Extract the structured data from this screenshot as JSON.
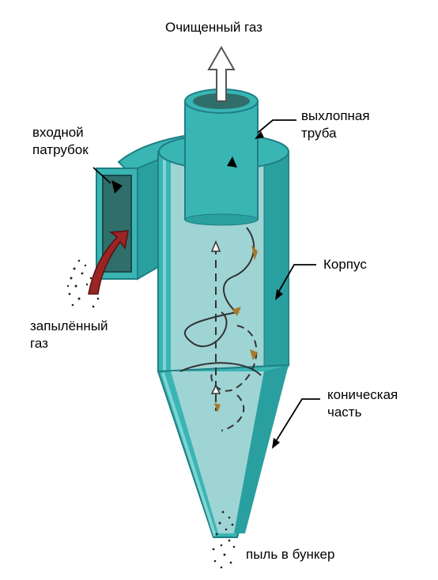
{
  "labels": {
    "clean_gas": "Очищенный газ",
    "exhaust_pipe": [
      "выхлопная",
      "труба"
    ],
    "inlet": [
      "входной",
      "патрубок"
    ],
    "body": "Корпус",
    "dusty_gas": [
      "запылённый",
      "газ"
    ],
    "cone": [
      "коническая",
      "часть"
    ],
    "dust_out": "пыль в бункер"
  },
  "colors": {
    "teal": "#39b5b4",
    "teal_dark": "#1f7f84",
    "teal_light": "#7fd5d3",
    "inside": "#9fd4d4",
    "inlet_arrow": "#9b2424"
  }
}
